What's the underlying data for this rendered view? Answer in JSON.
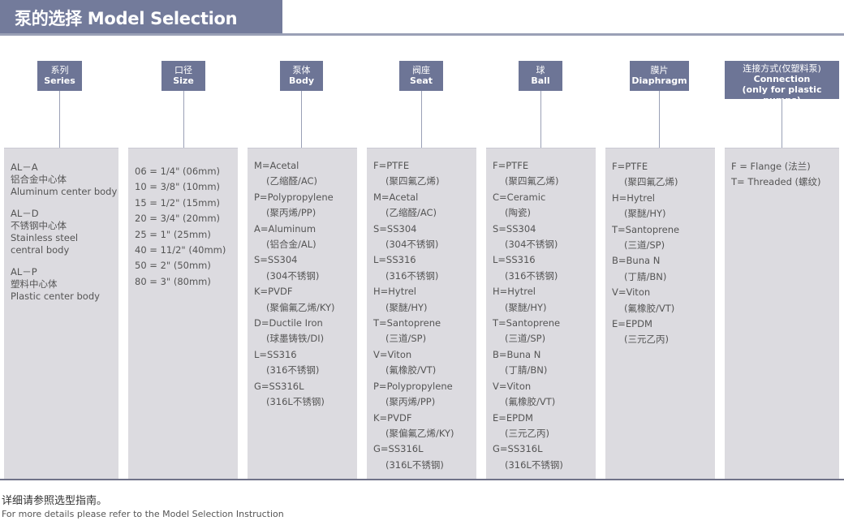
{
  "title": "泵的选择 Model Selection",
  "colors": {
    "title_bar": "#737b9b",
    "header_box": "#6d7596",
    "panel": "#dcdbe0"
  },
  "columns": [
    {
      "zh": "系列",
      "en": "Series",
      "entries": [
        {
          "code": "AL－A",
          "lines": [
            "铝合金中心体",
            "Aluminum center body"
          ]
        },
        {
          "code": "AL－D",
          "lines": [
            "不锈钢中心体",
            "Stainless steel",
            "central body"
          ]
        },
        {
          "code": "AL－P",
          "lines": [
            "塑料中心体",
            "Plastic center body"
          ]
        }
      ]
    },
    {
      "zh": "口径",
      "en": "Size",
      "items": [
        "06 = 1/4\" (06mm)",
        "10 = 3/8\" (10mm)",
        "15 = 1/2\" (15mm)",
        "20 = 3/4\" (20mm)",
        "25 = 1\" (25mm)",
        "40 = 11/2\" (40mm)",
        "50 = 2\" (50mm)",
        "80 = 3\" (80mm)"
      ]
    },
    {
      "zh": "泵体",
      "en": "Body",
      "items": [
        {
          "code": "M=Acetal",
          "desc": "(乙缩醛/AC)"
        },
        {
          "code": "P=Polypropylene",
          "desc": "(聚丙烯/PP)"
        },
        {
          "code": "A=Aluminum",
          "desc": "(铝合金/AL)"
        },
        {
          "code": "S=SS304",
          "desc": "(304不锈钢)"
        },
        {
          "code": "K=PVDF",
          "desc": "(聚偏氟乙烯/KY)"
        },
        {
          "code": "D=Ductile Iron",
          "desc": "(球墨铸铁/DI)"
        },
        {
          "code": "L=SS316",
          "desc": "(316不锈钢)"
        },
        {
          "code": "G=SS316L",
          "desc": "(316L不锈钢)"
        }
      ]
    },
    {
      "zh": "阀座",
      "en": "Seat",
      "items": [
        {
          "code": "F=PTFE",
          "desc": "(聚四氟乙烯)"
        },
        {
          "code": "M=Acetal",
          "desc": "(乙缩醛/AC)"
        },
        {
          "code": "S=SS304",
          "desc": "(304不锈钢)"
        },
        {
          "code": "L=SS316",
          "desc": "(316不锈钢)"
        },
        {
          "code": "H=Hytrel",
          "desc": "(聚醚/HY)"
        },
        {
          "code": "T=Santoprene",
          "desc": "(三道/SP)"
        },
        {
          "code": "V=Viton",
          "desc": "(氟橡胶/VT)"
        },
        {
          "code": "P=Polypropylene",
          "desc": "(聚丙烯/PP)"
        },
        {
          "code": "K=PVDF",
          "desc": "(聚偏氟乙烯/KY)"
        },
        {
          "code": "G=SS316L",
          "desc": "(316L不锈钢)"
        }
      ]
    },
    {
      "zh": "球",
      "en": "Ball",
      "items": [
        {
          "code": "F=PTFE",
          "desc": "(聚四氟乙烯)"
        },
        {
          "code": "C=Ceramic",
          "desc": "(陶瓷)"
        },
        {
          "code": "S=SS304",
          "desc": "(304不锈钢)"
        },
        {
          "code": "L=SS316",
          "desc": "(316不锈钢)"
        },
        {
          "code": "H=Hytrel",
          "desc": "(聚醚/HY)"
        },
        {
          "code": "T=Santoprene",
          "desc": "(三道/SP)"
        },
        {
          "code": "B=Buna N",
          "desc": "(丁腈/BN)"
        },
        {
          "code": "V=Viton",
          "desc": "(氟橡胶/VT)"
        },
        {
          "code": "E=EPDM",
          "desc": "(三元乙丙)"
        },
        {
          "code": "G=SS316L",
          "desc": "(316L不锈钢)"
        }
      ]
    },
    {
      "zh": "膜片",
      "en": "Diaphragm",
      "items": [
        {
          "code": "F=PTFE",
          "desc": "(聚四氟乙烯)"
        },
        {
          "code": "H=Hytrel",
          "desc": "(聚醚/HY)"
        },
        {
          "code": "T=Santoprene",
          "desc": "(三道/SP)"
        },
        {
          "code": "B=Buna N",
          "desc": "(丁腈/BN)"
        },
        {
          "code": "V=Viton",
          "desc": "(氟橡胶/VT)"
        },
        {
          "code": "E=EPDM",
          "desc": "(三元乙丙)"
        }
      ]
    },
    {
      "zh": "连接方式(仅塑料泵)",
      "en": "Connection",
      "en2": "(only for plastic pumps)",
      "items": [
        "F = Flange (法兰)",
        "T= Threaded (螺纹)"
      ]
    }
  ],
  "footer": {
    "zh": "详细请参照选型指南。",
    "en": "For more details please refer to the Model Selection Instruction"
  }
}
